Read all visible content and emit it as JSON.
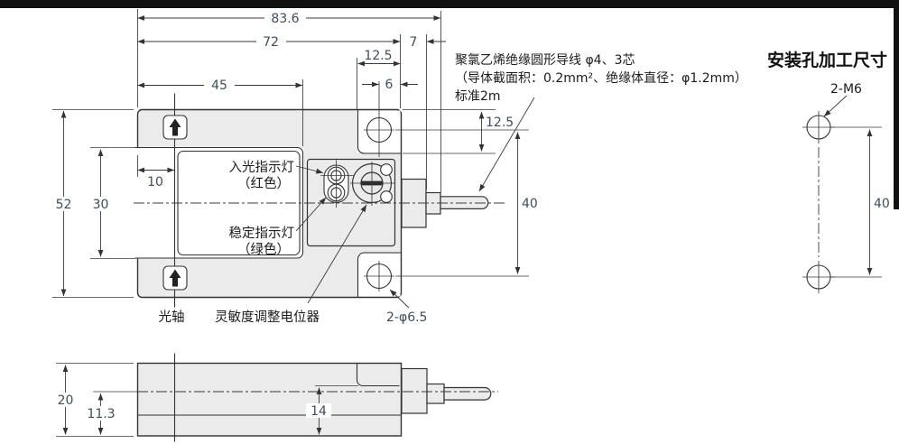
{
  "top_view": {
    "dim_overall_width": "83.6",
    "dim_body_width": "72",
    "dim_gland_length": "7",
    "dim_notch_width": "12.5",
    "dim_hole_to_edge": "6",
    "dim_arm_length": "45",
    "dim_axis_offset": "10",
    "dim_overall_height": "52",
    "dim_slot_width": "30",
    "dim_notch_height": "12.5",
    "dim_hole_pitch": "40",
    "label_hole_size": "2-φ6.5",
    "label_light_indicator": "入光指示灯",
    "label_light_indicator_color": "（红色）",
    "label_stability_indicator": "稳定指示灯",
    "label_stability_indicator_color": "（绿色）",
    "label_optical_axis": "光轴",
    "label_sensitivity_pot": "灵敏度调整电位器"
  },
  "cable_note": {
    "line1": "聚氯乙烯绝缘圆形导线 φ4、3芯",
    "line2": "（导体截面积：0.2mm²、绝缘体直径：φ1.2mm）",
    "line3": "标准2m"
  },
  "mounting_hole_panel": {
    "title": "安装孔加工尺寸",
    "label_holes": "2-M6",
    "dim_hole_pitch": "40"
  },
  "bottom_view": {
    "dim_height": "20",
    "dim_axis_height": "11.3",
    "dim_step_height": "14"
  },
  "colors": {
    "line": "#333333",
    "dim_text": "#3f4c59",
    "body_fill": "#ededed",
    "frame_black": "#111111"
  }
}
